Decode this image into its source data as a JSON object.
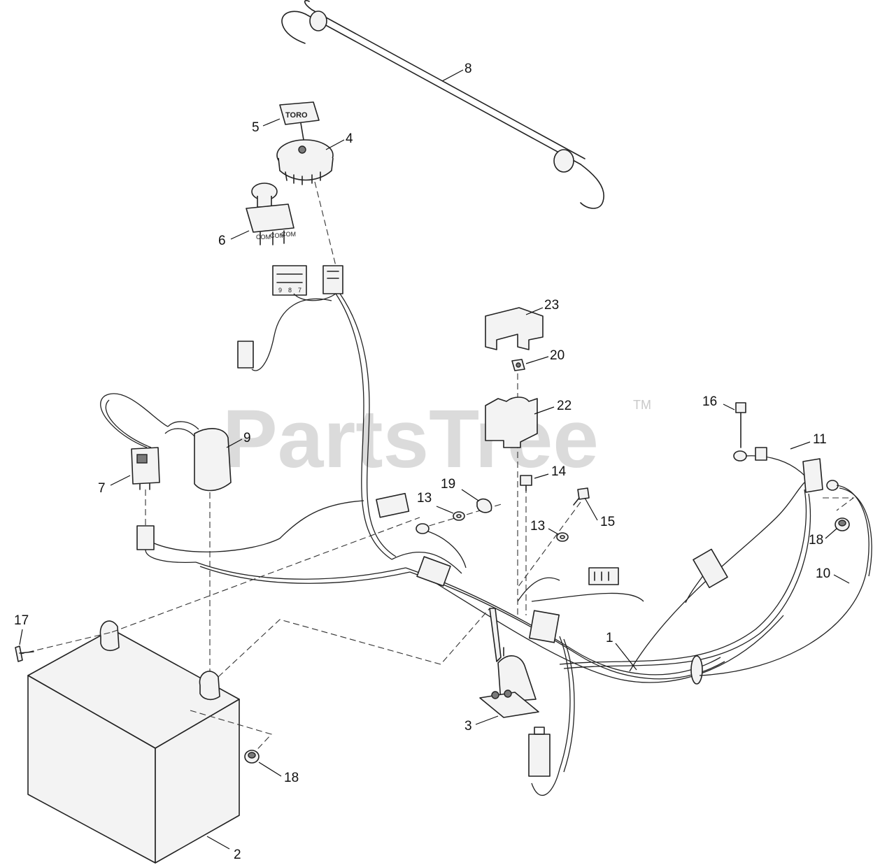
{
  "watermark": {
    "text": "PartsTree",
    "trademark": "TM"
  },
  "key_brand": "TORO",
  "switch_terminal_text": "COM",
  "connector_pins": [
    "9",
    "8",
    "7"
  ],
  "callouts": [
    {
      "id": "c1",
      "label": "1"
    },
    {
      "id": "c2",
      "label": "2"
    },
    {
      "id": "c3",
      "label": "3"
    },
    {
      "id": "c4",
      "label": "4"
    },
    {
      "id": "c5",
      "label": "5"
    },
    {
      "id": "c6",
      "label": "6"
    },
    {
      "id": "c7",
      "label": "7"
    },
    {
      "id": "c8",
      "label": "8"
    },
    {
      "id": "c9",
      "label": "9"
    },
    {
      "id": "c10",
      "label": "10"
    },
    {
      "id": "c11",
      "label": "11"
    },
    {
      "id": "c13a",
      "label": "13"
    },
    {
      "id": "c13b",
      "label": "13"
    },
    {
      "id": "c14",
      "label": "14"
    },
    {
      "id": "c15",
      "label": "15"
    },
    {
      "id": "c16",
      "label": "16"
    },
    {
      "id": "c17",
      "label": "17"
    },
    {
      "id": "c18a",
      "label": "18"
    },
    {
      "id": "c18b",
      "label": "18"
    },
    {
      "id": "c19",
      "label": "19"
    },
    {
      "id": "c20",
      "label": "20"
    },
    {
      "id": "c22",
      "label": "22"
    },
    {
      "id": "c23",
      "label": "23"
    }
  ]
}
